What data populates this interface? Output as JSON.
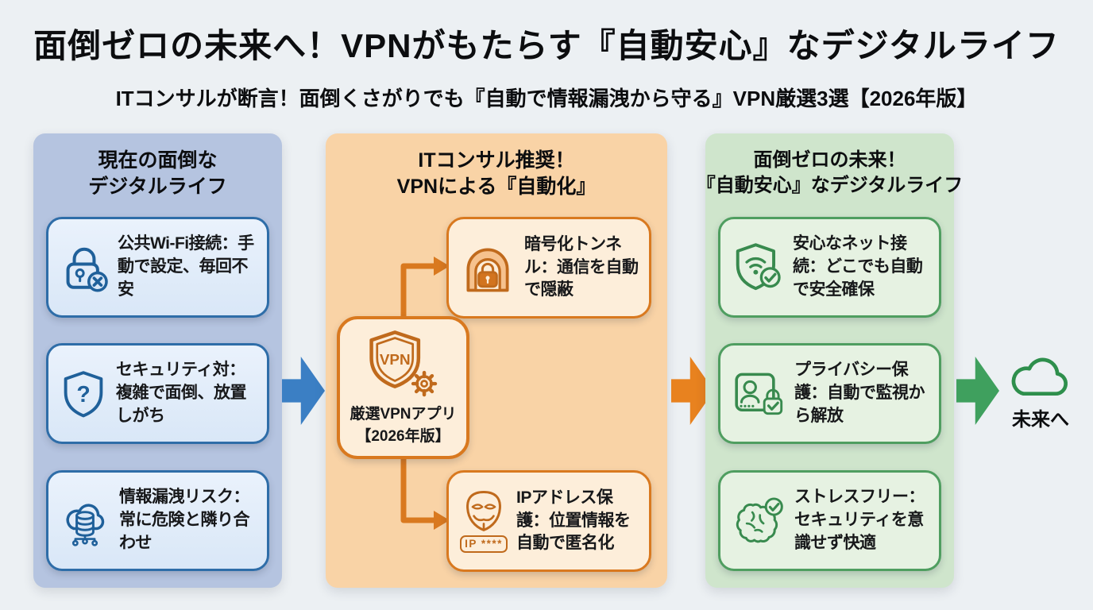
{
  "page": {
    "title": "面倒ゼロの未来へ！VPNがもたらす『自動安心』なデジタルライフ",
    "subtitle": "ITコンサルが断言！面倒くさがりでも『自動で情報漏洩から守る』VPN厳選3選【2026年版】"
  },
  "columns": {
    "current": {
      "title_line1": "現在の面倒な",
      "title_line2": "デジタルライフ",
      "cards": [
        {
          "icon": "lock-error-icon",
          "text": "公共Wi-Fi接続：手動で設定、毎回不安"
        },
        {
          "icon": "shield-question-icon",
          "icon_glyph": "?",
          "text": "セキュリティ対：複雑で面倒、放置しがち"
        },
        {
          "icon": "cloud-database-leak-icon",
          "text": "情報漏洩リスク：常に危険と隣り合わせ"
        }
      ]
    },
    "vpn": {
      "title_line1": "ITコンサル推奨！",
      "title_line2": "VPNによる『自動化』",
      "top_card": {
        "icon": "tunnel-lock-icon",
        "text": "暗号化トンネル：通信を自動で隠蔽"
      },
      "center_card": {
        "icon": "vpn-shield-gear-icon",
        "shield_label": "VPN",
        "text_line1": "厳選VPNアプリ",
        "text_line2": "【2026年版】"
      },
      "bottom_card": {
        "icon": "anonymous-mask-icon",
        "badge": "IP ****",
        "text": "IPアドレス保護：位置情報を自動で匿名化"
      }
    },
    "future": {
      "title_line1": "面倒ゼロの未来！",
      "title_line2": "『自動安心』なデジタルライフ",
      "cards": [
        {
          "icon": "shield-wifi-check-icon",
          "text": "安心なネット接続：どこでも自動で安全確保"
        },
        {
          "icon": "privacy-card-lock-icon",
          "text": "プライバシー保護：自動で監視から解放"
        },
        {
          "icon": "brain-check-icon",
          "text": "ストレスフリー：セキュリティを意識せず快適"
        }
      ]
    }
  },
  "outcome": {
    "icon": "cloud-icon",
    "label": "未来へ"
  },
  "colors": {
    "page_bg": "#ecf0f3",
    "title_text": "#0c0d0f",
    "card_text": "#17181a",
    "col1_bg": "#b5c4e0",
    "col1_card_bg": "#d9e7f7",
    "col1_border": "#2e6da8",
    "col1_icon": "#1f609a",
    "col1_arrow": "#3b7fc4",
    "col2_bg": "#f9d3a6",
    "col2_card_bg": "#fdeeda",
    "col2_border": "#d9791f",
    "col2_icon": "#c06a1c",
    "col2_arrow": "#e8821f",
    "tunnel_fill": "#f6c28e",
    "lock_fill": "#d2741f",
    "col3_bg": "#cfe5cc",
    "col3_card_bg": "#e6f2e2",
    "col3_border": "#4f9e60",
    "col3_icon": "#388a4e",
    "col3_arrow": "#3fa05e",
    "cloud_stroke": "#2e8f4c"
  }
}
